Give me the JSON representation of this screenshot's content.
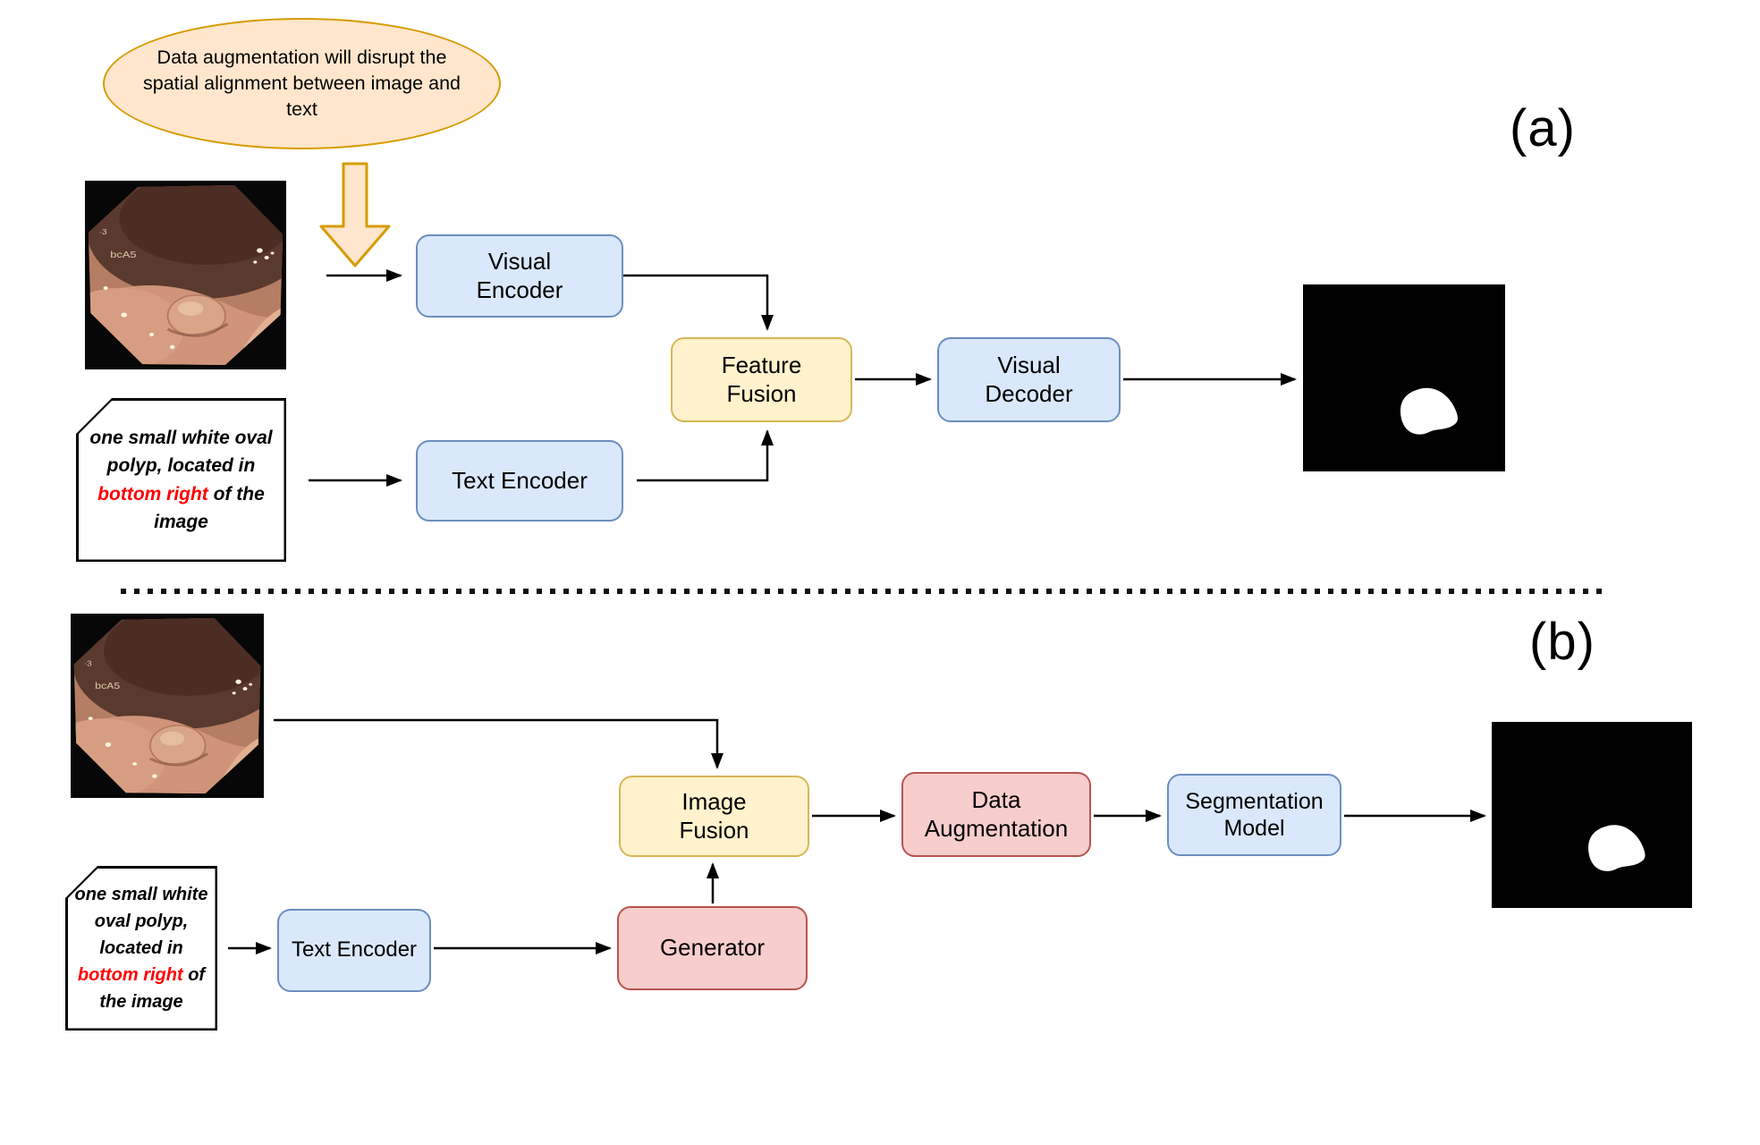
{
  "colors": {
    "box_blue_fill": "#DAE8FC",
    "box_blue_stroke": "#6C8EBF",
    "box_yellow_fill": "#FFF2CC",
    "box_yellow_stroke": "#D6B656",
    "box_red_fill": "#F8CECC",
    "box_red_stroke": "#B85450",
    "callout_fill": "#FFE6CC",
    "callout_stroke": "#D79B00",
    "note_highlight": "#FF0000",
    "arrow_color": "#000000"
  },
  "panel_a": {
    "label": "(a)",
    "callout_text": "Data augmentation will disrupt the spatial alignment between image and text",
    "note": {
      "pre": "one small white oval polyp, located in ",
      "highlight": "bottom right",
      "post": " of the image"
    },
    "boxes": {
      "visual_encoder": "Visual\nEncoder",
      "text_encoder": "Text Encoder",
      "feature_fusion": "Feature\nFusion",
      "visual_decoder": "Visual\nDecoder"
    }
  },
  "panel_b": {
    "label": "(b)",
    "note": {
      "pre": "one small white oval polyp, ",
      "highlight": "bottom right",
      "pre2": "located in ",
      "post": " of the image"
    },
    "boxes": {
      "text_encoder": "Text Encoder",
      "generator": "Generator",
      "image_fusion": "Image\nFusion",
      "data_augmentation": "Data\nAugmentation",
      "segmentation_model": "Segmentation\nModel"
    }
  },
  "endoscopy": {
    "overlay_label": "bcA5"
  }
}
